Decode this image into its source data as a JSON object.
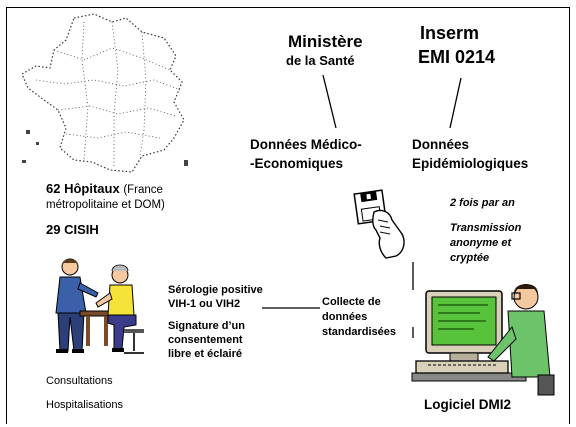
{
  "hospitals": {
    "count_label": "62 Hôpitaux",
    "scope_line1": "(France",
    "scope_line2": "métropolitaine et DOM)",
    "cisih": "29 CISIH"
  },
  "ministry": {
    "line1": "Ministère",
    "line2": "de la Santé"
  },
  "inserm": {
    "line1": "Inserm",
    "line2": "EMI 0214"
  },
  "medico_eco": {
    "line1": "Données Médico-",
    "line2": "-Economiques"
  },
  "epidemio": {
    "line1": "Données",
    "line2": "Epidémiologiques"
  },
  "transmission": {
    "frequency": "2 fois par an",
    "line1": "Transmission",
    "line2": "anonyme et",
    "line3": "cryptée"
  },
  "criteria": {
    "serology1": "Sérologie positive",
    "serology2": "VIH-1 ou VIH2",
    "consent1": "Signature d’un",
    "consent2": "consentement",
    "consent3": "libre et éclairé"
  },
  "collection": {
    "line1": "Collecte de",
    "line2": "données",
    "line3": "standardisées"
  },
  "care": {
    "consultations": "Consultations",
    "hospitalisations": "Hospitalisations"
  },
  "software": "Logiciel DMI2",
  "colors": {
    "skin": "#f4c9a0",
    "shirt_yellow": "#f6e33a",
    "screen_green": "#59c23b",
    "monitor_frame": "#d8d0b8"
  }
}
